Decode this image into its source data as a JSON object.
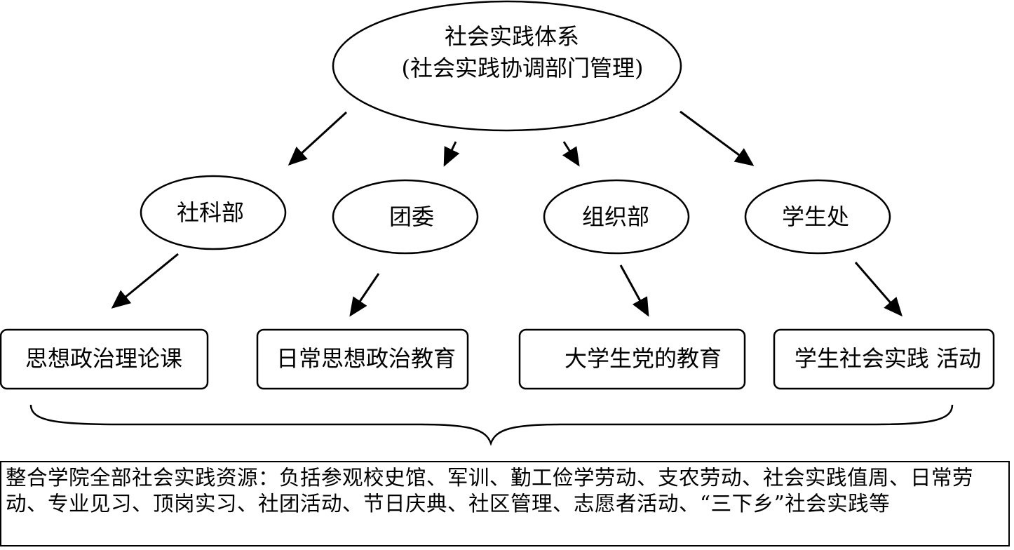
{
  "root": {
    "title": "社会实践体系",
    "subtitle": "(社会实践协调部门管理)"
  },
  "departments": [
    {
      "name": "社科部",
      "output": "思想政治理论课"
    },
    {
      "name": "团委",
      "output": "日常思想政治教育"
    },
    {
      "name": "组织部",
      "output": "大学生党的教育"
    },
    {
      "name": "学生处",
      "output": "学生社会实践 活动"
    }
  ],
  "resources": {
    "text": "整合学院全部社会实践资源：负括参观校史馆、军训、勤工俭学劳动、支农劳动、社会实践值周、日常劳动、专业见习、顶岗实习、社团活动、节日庆典、社区管理、志愿者活动、“三下乡”社会实践等"
  },
  "colors": {
    "stroke": "#000000",
    "background": "#ffffff"
  }
}
